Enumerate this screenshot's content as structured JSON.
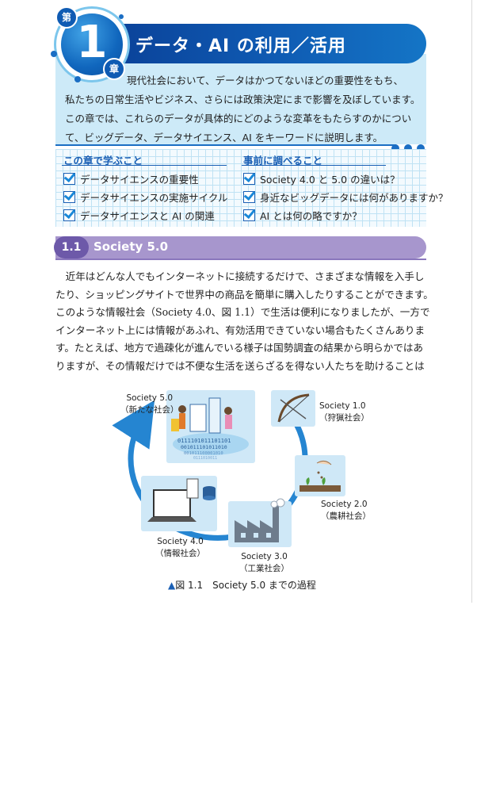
{
  "chapter": {
    "marker_dai": "第",
    "number": "1",
    "marker_sho": "章",
    "title": "データ・AI の利用／活用",
    "intro_lines": [
      "現代社会において、データはかつてないほどの重要性をもち、",
      "私たちの日常生活やビジネス、さらには政策決定にまで影響を及ぼしています。",
      "この章では、これらのデータが具体的にどのような変革をもたらすのかについ",
      "て、ビッグデータ、データサイエンス、AI をキーワードに説明します。"
    ]
  },
  "learn": {
    "heading": "この章で学ぶこと",
    "items": [
      "データサイエンスの重要性",
      "データサイエンスの実施サイクル",
      "データサイエンスと AI の関連"
    ]
  },
  "preview": {
    "heading": "事前に調べること",
    "items": [
      "Society 4.0 と 5.0 の違いは？",
      "身近なビッグデータには何がありますか？",
      "AI とは何の略ですか？"
    ]
  },
  "section": {
    "number": "1.1",
    "title": "Society 5.0"
  },
  "body_lines": [
    "　近年はどんな人でもインターネットに接続するだけで、さまざまな情報を入手し",
    "たり、ショッピングサイトで世界中の商品を簡単に購入したりすることができます。",
    "このような情報社会（Society 4.0、図 1.1）で生活は便利になりましたが、一方で",
    "インターネット上には情報があふれ、有効活用できていない場合もたくさんありま",
    "す。たとえば、地方で過疎化が進んでいる様子は国勢調査の結果から明らかではあ",
    "りますが、その情報だけでは不便な生活を送らざるを得ない人たちを助けることは"
  ],
  "figure": {
    "stages": [
      {
        "name": "Society 1.0",
        "desc": "（狩猟社会）"
      },
      {
        "name": "Society 2.0",
        "desc": "（農耕社会）"
      },
      {
        "name": "Society 3.0",
        "desc": "（工業社会）"
      },
      {
        "name": "Society 4.0",
        "desc": "（情報社会）"
      },
      {
        "name": "Society 5.0",
        "desc": "（新たな社会）"
      }
    ],
    "binary_lines": [
      "0111101011101101",
      "001011101011010",
      "001011100001010",
      "0111010011"
    ],
    "caption_marker": "▲",
    "caption": "図 1.1　Society 5.0 までの過程",
    "colors": {
      "cycle_arrow": "#1a7fcf",
      "panel": "#cfe8f7"
    }
  }
}
